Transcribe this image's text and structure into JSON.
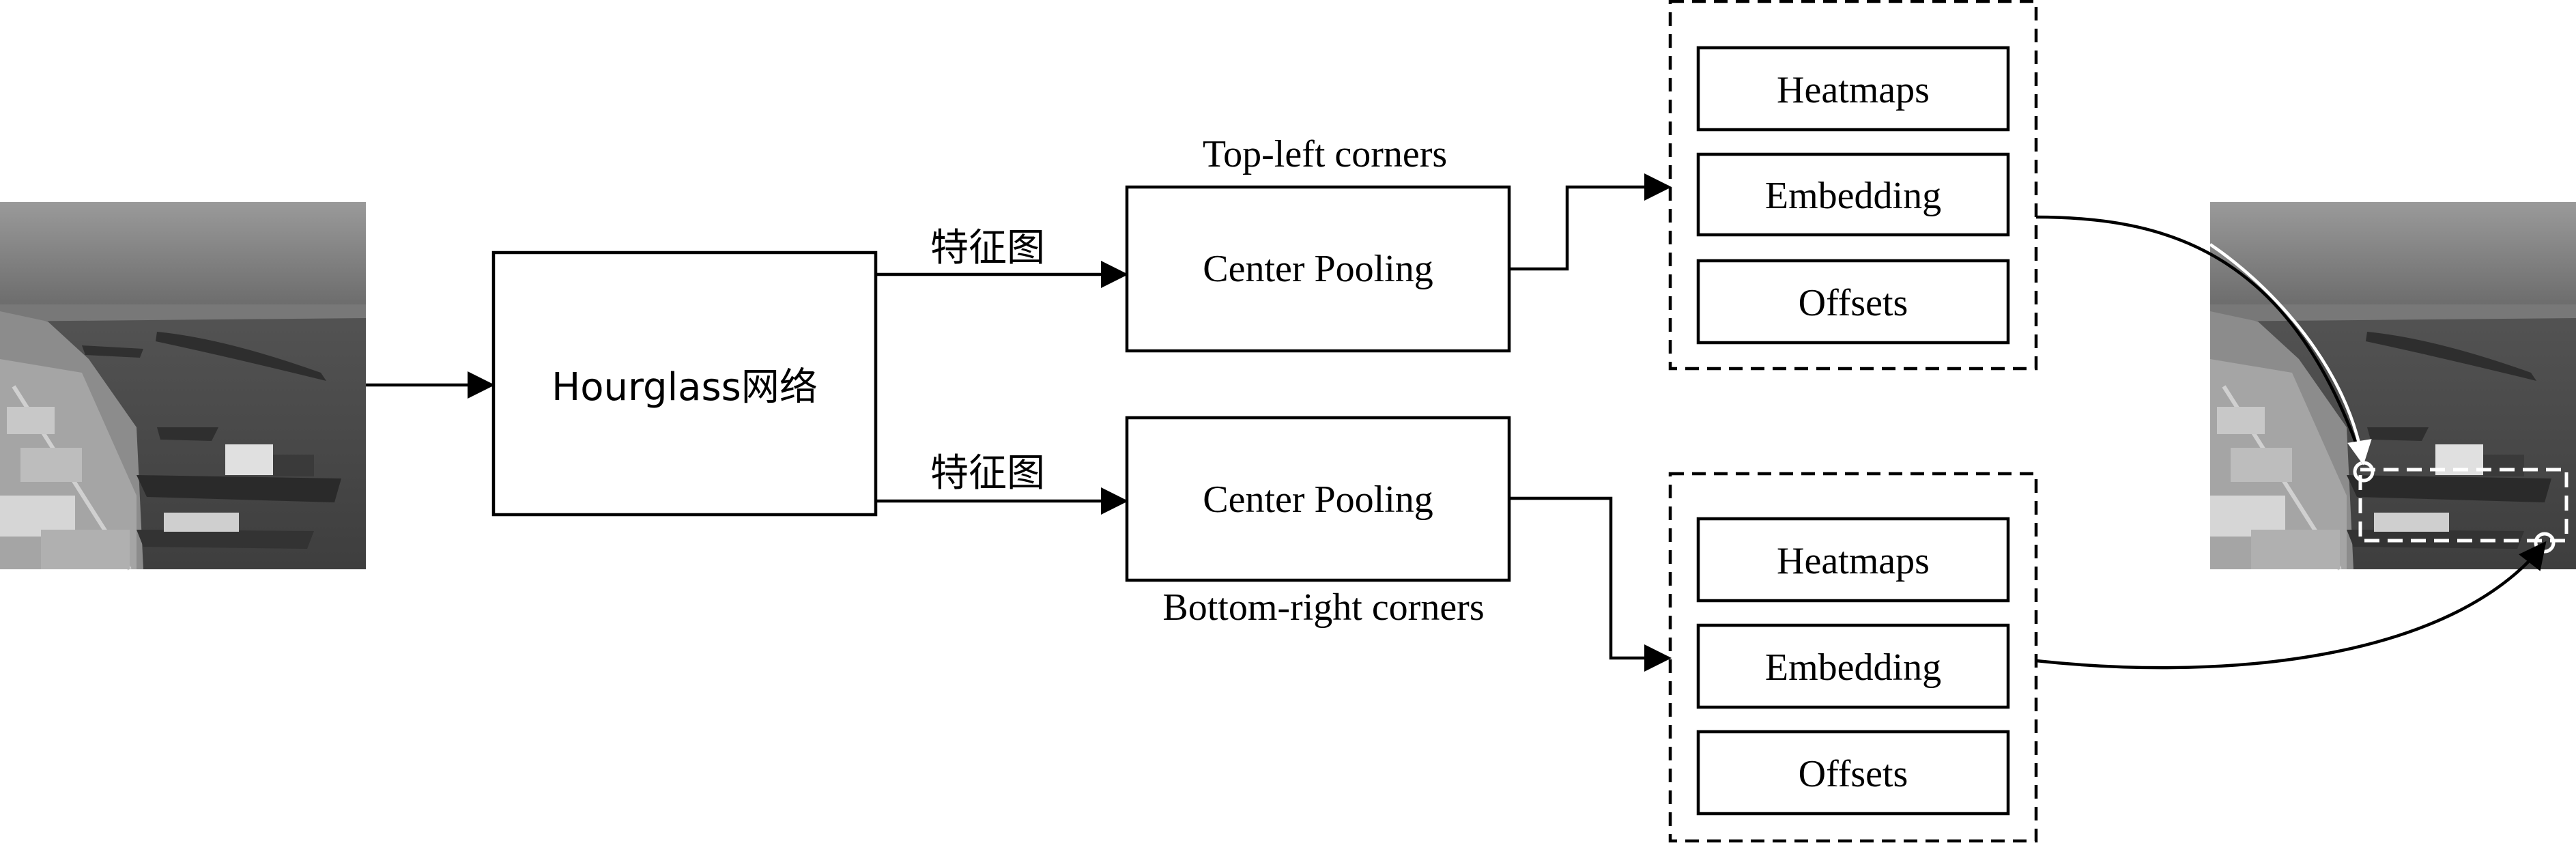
{
  "backbone": {
    "label": "Hourglass网络"
  },
  "feature_map_label_top": "特征图",
  "feature_map_label_bottom": "特征图",
  "pooling_top": {
    "label": "Center Pooling",
    "caption": "Top-left corners"
  },
  "pooling_bottom": {
    "label": "Center Pooling",
    "caption": "Bottom-right corners"
  },
  "heads_top": [
    "Heatmaps",
    "Embedding",
    "Offsets"
  ],
  "heads_bottom": [
    "Heatmaps",
    "Embedding",
    "Offsets"
  ],
  "images": {
    "input": "grayscale-harbor-photo",
    "output": "grayscale-harbor-photo-with-detection-box"
  },
  "colors": {
    "stroke": "#000000",
    "background": "#ffffff",
    "photo_sky": "#8a8a8a",
    "photo_sea": "#4a4a4a"
  }
}
